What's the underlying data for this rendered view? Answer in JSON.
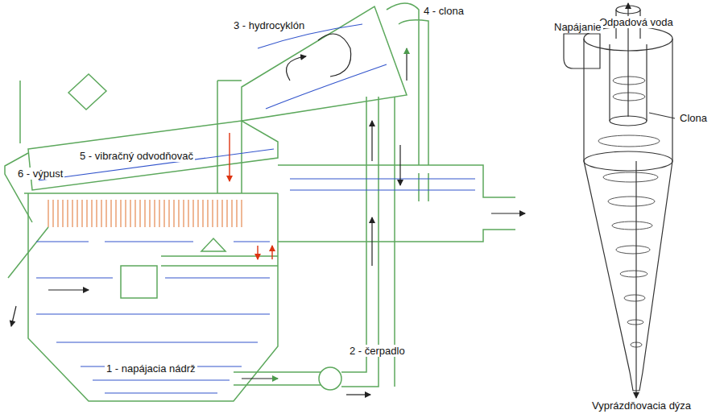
{
  "diagram": {
    "labels": [
      "3 - hydrocyklón",
      "4 - clona",
      "5 - vibračný odvodňovač",
      "6 - výpust",
      "2 - čerpadlo",
      "1 - napájacia nádrž",
      "Odpadová voda",
      "Napájanie",
      "Clona",
      "Vyprázdňovacia dýza"
    ]
  }
}
